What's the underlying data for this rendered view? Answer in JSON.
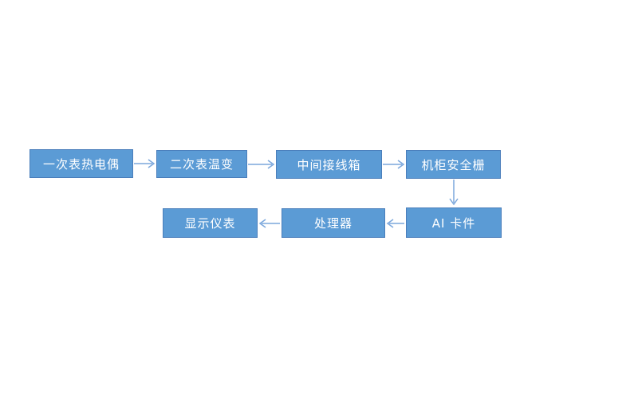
{
  "diagram": {
    "title": "temperature-measurement-signal-flow",
    "colors": {
      "background": "#ffffff",
      "box_fill": "#5b9bd5",
      "box_border": "#4a7ebb",
      "arrow_color": "#7ba7dc",
      "text_color": "#ffffff"
    },
    "nodes": [
      {
        "id": "primary-thermocouple",
        "label": "一次表热电偶"
      },
      {
        "id": "secondary-transmitter",
        "label": "二次表温变"
      },
      {
        "id": "intermediate-junction-box",
        "label": "中间接线箱"
      },
      {
        "id": "cabinet-safety-barrier",
        "label": "机柜安全栅"
      },
      {
        "id": "ai-card",
        "label": "AI 卡件"
      },
      {
        "id": "processor",
        "label": "处理器"
      },
      {
        "id": "display-instrument",
        "label": "显示仪表"
      }
    ],
    "edges": [
      {
        "from": "primary-thermocouple",
        "to": "secondary-transmitter",
        "direction": "right"
      },
      {
        "from": "secondary-transmitter",
        "to": "intermediate-junction-box",
        "direction": "right"
      },
      {
        "from": "intermediate-junction-box",
        "to": "cabinet-safety-barrier",
        "direction": "right"
      },
      {
        "from": "cabinet-safety-barrier",
        "to": "ai-card",
        "direction": "down"
      },
      {
        "from": "ai-card",
        "to": "processor",
        "direction": "left"
      },
      {
        "from": "processor",
        "to": "display-instrument",
        "direction": "left"
      }
    ]
  }
}
